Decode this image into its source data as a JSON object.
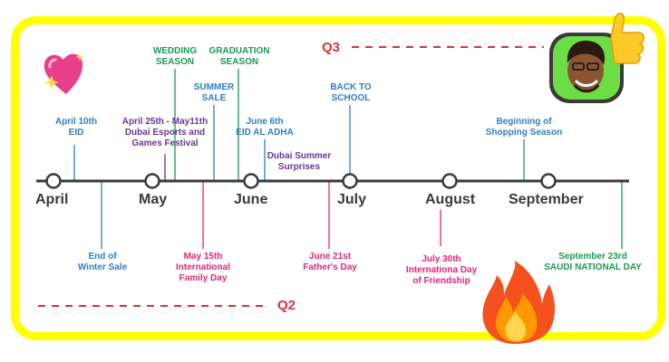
{
  "quarters": {
    "q2": "Q2",
    "q3": "Q3"
  },
  "months": [
    "April",
    "May",
    "June",
    "July",
    "August",
    "September"
  ],
  "events": {
    "eid": "April 10th\nEID",
    "winter_sale": "End of\nWinter Sale",
    "wedding": "WEDDING\nSEASON",
    "esports": "April 25th - May11th\nDubai Esports and\nGames Festival",
    "family_day": "May 15th\nInternational\nFamily Day",
    "summer_sale": "SUMMER\nSALE",
    "graduation": "GRADUATION\nSEASON",
    "eid_adha": "June 6th\nEID AL ADHA",
    "summer_surprises": "Dubai Summer\nSurprises",
    "fathers_day": "June 21st\nFather's Day",
    "back_to_school": "BACK TO\nSCHOOL",
    "friendship_day": "July 30th\nInternationa Day\nof Friendship",
    "shopping_season": "Beginning of\nShopping Season",
    "national_day": "September 23rd\nSAUDI NATIONAL DAY"
  },
  "colors": {
    "border": "#ffff00",
    "blue": "#2e7fc2",
    "purple": "#6a3597",
    "green": "#1a9a52",
    "pink": "#e0257a",
    "red": "#e0303a",
    "axis": "#3a3a3a"
  },
  "icons": [
    "hearts-emoji-icon",
    "thumbs-up-avatar-icon",
    "fire-emoji-icon"
  ]
}
